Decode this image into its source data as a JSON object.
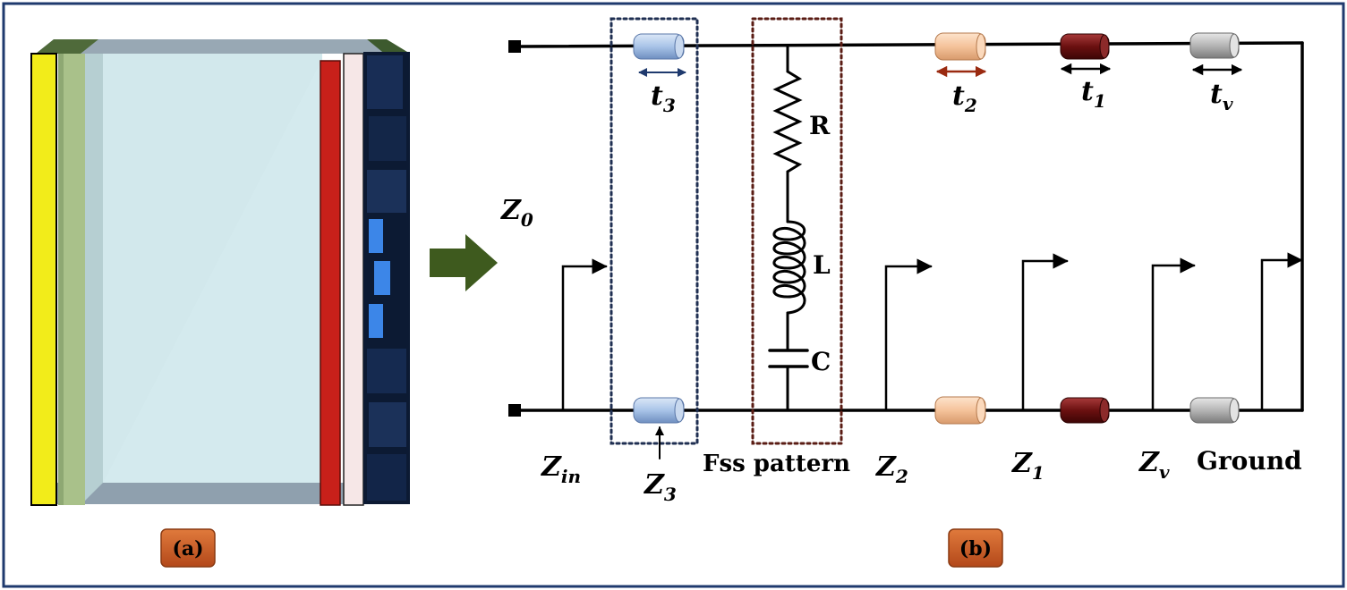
{
  "panel_labels": {
    "a": "(a)",
    "b": "(b)"
  },
  "circuit": {
    "z0": {
      "base": "Z",
      "sub": "0"
    },
    "components": {
      "resistor": "R",
      "inductor": "L",
      "capacitor": "C"
    },
    "bottom_labels": {
      "zin": {
        "base": "Z",
        "sub": "in"
      },
      "z3": {
        "base": "Z",
        "sub": "3"
      },
      "fss": "Fss pattern",
      "z2": {
        "base": "Z",
        "sub": "2"
      },
      "z1": {
        "base": "Z",
        "sub": "1"
      },
      "zv": {
        "base": "Z",
        "sub": "v"
      },
      "ground": "Ground"
    },
    "thickness_labels": {
      "t3": {
        "base": "t",
        "sub": "3"
      },
      "t2": {
        "base": "t",
        "sub": "2"
      },
      "t1": {
        "base": "t",
        "sub": "1"
      },
      "tv": {
        "base": "t",
        "sub": "v"
      }
    }
  },
  "colors": {
    "frame_border": "#1f3a6e",
    "badge_fill": "#c8561f",
    "arrow_green": "#3e5a1e",
    "layer_blue": "#a9c4e8",
    "layer_peach": "#f5c39b",
    "layer_maroon": "#6b1010",
    "layer_gray": "#b5b5b5",
    "dim_arrow_t2": "#9a2a10"
  }
}
